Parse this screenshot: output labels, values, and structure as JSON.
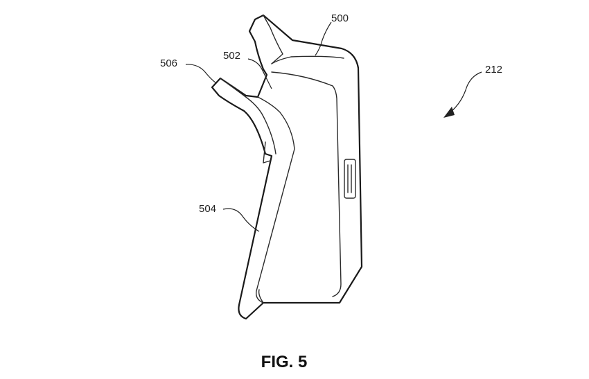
{
  "figure": {
    "caption": "FIG. 5",
    "labels": {
      "ref_500": "500",
      "ref_502": "502",
      "ref_504": "504",
      "ref_506": "506",
      "ref_212": "212"
    },
    "line_color": "#1a1a1a",
    "background": "#ffffff"
  }
}
